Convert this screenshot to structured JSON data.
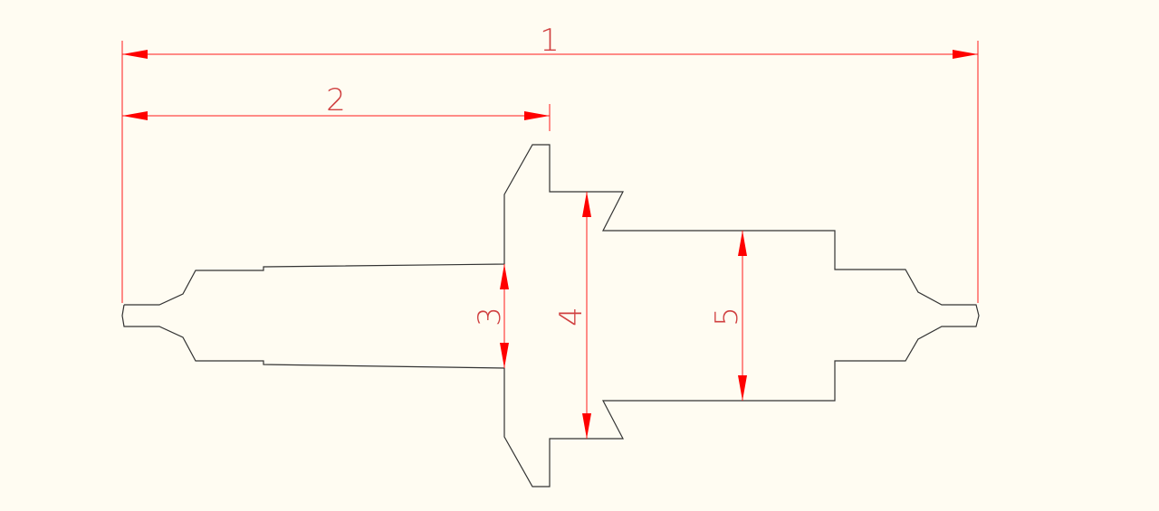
{
  "drawing": {
    "colors": {
      "background": "#fffcf2",
      "outline": "#333333",
      "dimension": "#ff0000"
    },
    "dimensions": [
      {
        "id": "dim-1",
        "label": "1",
        "orientation": "horizontal"
      },
      {
        "id": "dim-2",
        "label": "2",
        "orientation": "horizontal"
      },
      {
        "id": "dim-3",
        "label": "3",
        "orientation": "vertical"
      },
      {
        "id": "dim-4",
        "label": "4",
        "orientation": "vertical"
      },
      {
        "id": "dim-5",
        "label": "5",
        "orientation": "vertical"
      }
    ]
  }
}
